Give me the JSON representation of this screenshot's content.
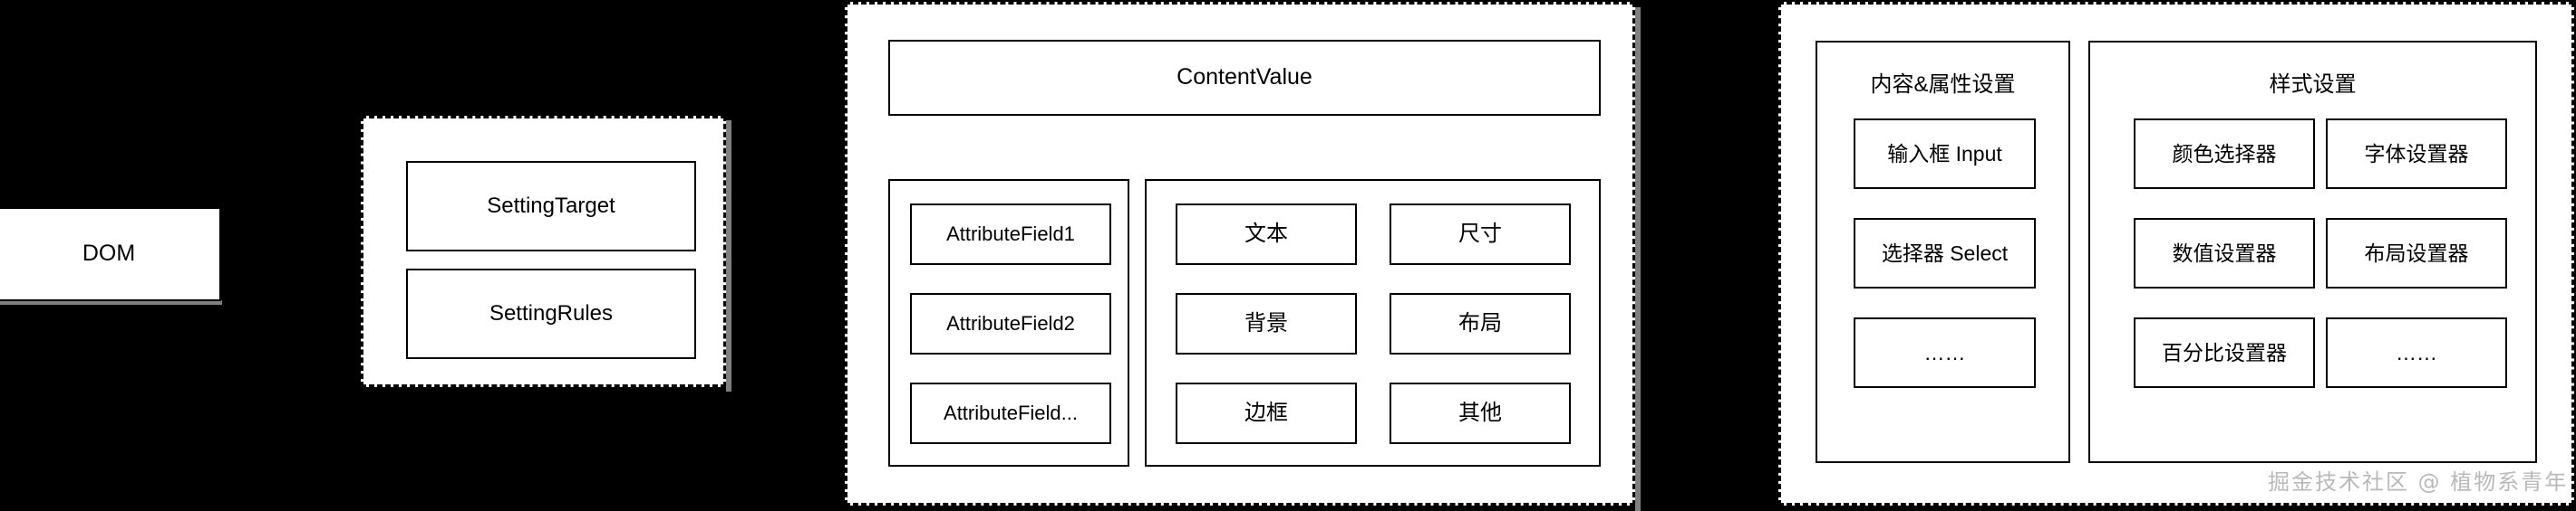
{
  "diagram": {
    "background_color": "#000000",
    "node_fill": "#ffffff",
    "node_stroke": "#000000",
    "shadow_color": "#808080",
    "watermark": "掘金技术社区 @ 植物系青年"
  },
  "dom": {
    "label": "DOM"
  },
  "setting_group": {
    "items": [
      {
        "label": "SettingTarget"
      },
      {
        "label": "SettingRules"
      }
    ]
  },
  "middle_panel": {
    "content_value": {
      "label": "ContentValue"
    },
    "attribute_group": {
      "items": [
        {
          "label": "AttributeField1"
        },
        {
          "label": "AttributeField2"
        },
        {
          "label": "AttributeField..."
        }
      ]
    },
    "style_group": {
      "items": [
        {
          "label": "文本"
        },
        {
          "label": "尺寸"
        },
        {
          "label": "背景"
        },
        {
          "label": "布局"
        },
        {
          "label": "边框"
        },
        {
          "label": "其他"
        }
      ]
    }
  },
  "right_panel": {
    "content_attr_column": {
      "title": "内容&属性设置",
      "items": [
        {
          "label": "输入框 Input"
        },
        {
          "label": "选择器 Select"
        },
        {
          "label": "……"
        }
      ]
    },
    "style_setting_column": {
      "title": "样式设置",
      "items": [
        {
          "label": "颜色选择器"
        },
        {
          "label": "字体设置器"
        },
        {
          "label": "数值设置器"
        },
        {
          "label": "布局设置器"
        },
        {
          "label": "百分比设置器"
        },
        {
          "label": "……"
        }
      ]
    }
  }
}
